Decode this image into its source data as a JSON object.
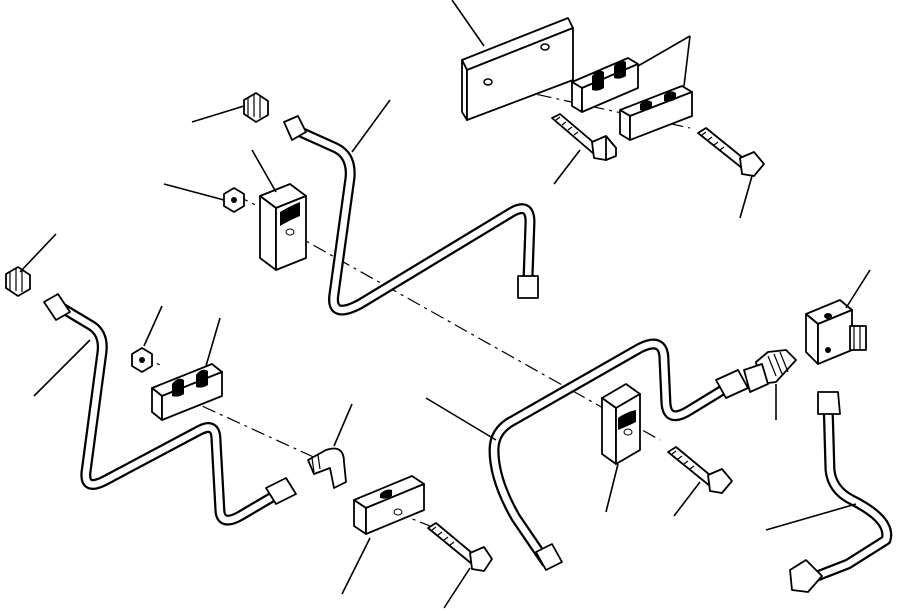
{
  "diagram": {
    "callouts": [
      {
        "id": "plate"
      },
      {
        "id": "clamp-pair-upper"
      },
      {
        "id": "plug-upper"
      },
      {
        "id": "tube-upper"
      },
      {
        "id": "nut-upper"
      },
      {
        "id": "clamp-upper-left"
      },
      {
        "id": "bolt-upper-mid"
      },
      {
        "id": "bolt-upper-right"
      },
      {
        "id": "plug-left"
      },
      {
        "id": "tube-left"
      },
      {
        "id": "nut-left"
      },
      {
        "id": "clamp-left"
      },
      {
        "id": "elbow"
      },
      {
        "id": "tee"
      },
      {
        "id": "connector"
      },
      {
        "id": "tube-middle"
      },
      {
        "id": "clamp-middle"
      },
      {
        "id": "bolt-middle"
      },
      {
        "id": "clamp-lower"
      },
      {
        "id": "bolt-lower"
      },
      {
        "id": "tube-right"
      }
    ]
  }
}
